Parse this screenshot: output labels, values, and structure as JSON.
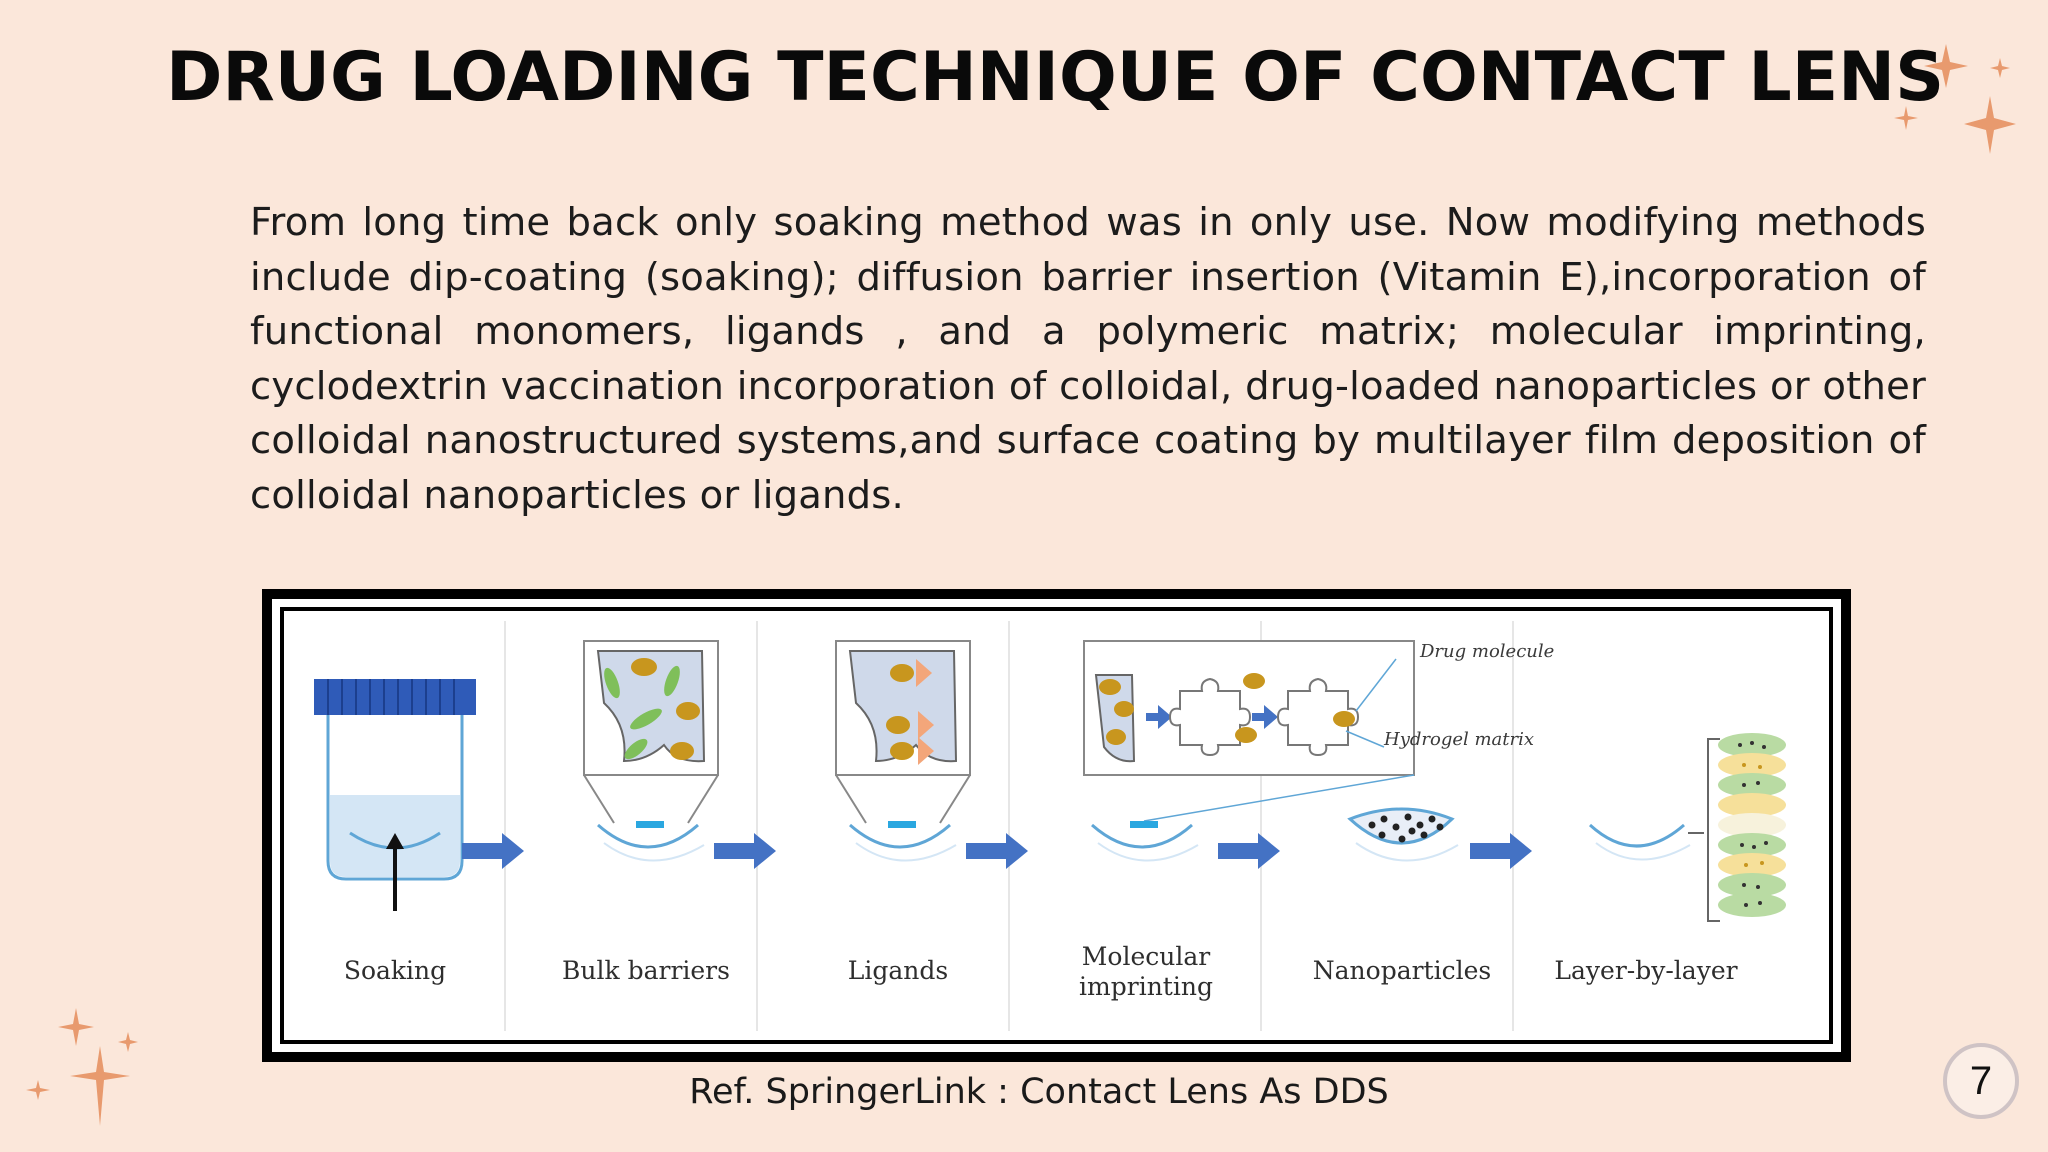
{
  "slide": {
    "title": "DRUG LOADING TECHNIQUE OF CONTACT LENS",
    "paragraph": "From long time back only soaking method was in only use. Now modifying methods include dip-coating (soaking); diffusion barrier insertion (Vitamin E),incorporation of functional monomers, ligands , and a polymeric matrix; molecular imprinting, cyclodextrin vaccination incorporation of colloidal, drug-loaded nanoparticles  or other colloidal nanostructured systems,and surface coating by multilayer film deposition of colloidal nanoparticles or ligands.",
    "reference": "Ref. SpringerLink : Contact Lens As DDS",
    "page_number": "7"
  },
  "figure": {
    "steps": [
      {
        "label": "Soaking"
      },
      {
        "label": "Bulk barriers"
      },
      {
        "label": "Ligands"
      },
      {
        "label_line1": "Molecular",
        "label_line2": "imprinting"
      },
      {
        "label": "Nanoparticles"
      },
      {
        "label": "Layer-by-layer"
      }
    ],
    "callouts": {
      "drug": "Drug molecule",
      "matrix": "Hydrogel matrix"
    }
  },
  "colors": {
    "background": "#fbe7da",
    "arrow": "#4472c4",
    "lens": "#5fa6d6",
    "accent_star": "#e89a6e",
    "drug_dot": "#c8961e",
    "green_pill": "#7fbf5a"
  },
  "icons": [
    "sparkle-icon",
    "right-arrow-icon",
    "contact-lens-icon",
    "vial-icon",
    "puzzle-piece-icon"
  ]
}
